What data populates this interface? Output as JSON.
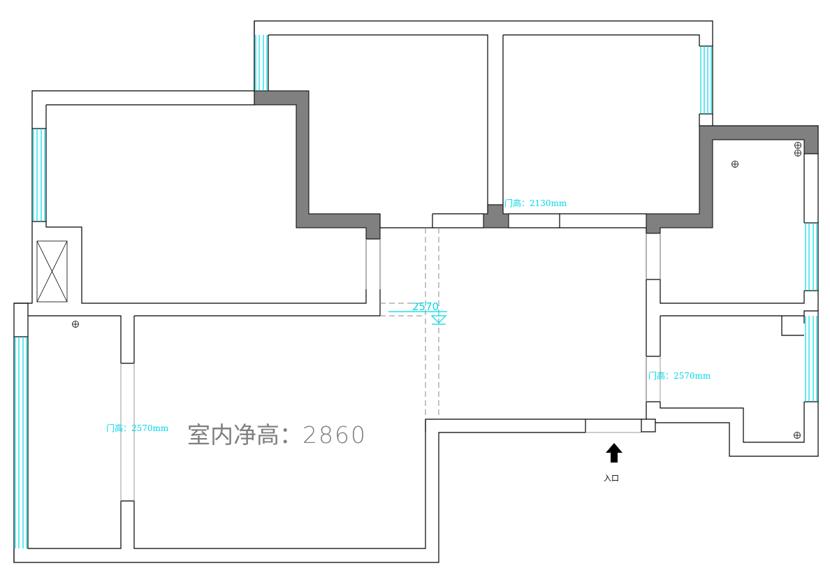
{
  "plan": {
    "ceiling_height_label": "室内净高：",
    "ceiling_height_value": "2860",
    "door_height_top": "门高：2130mm",
    "door_height_right": "门高：2570mm",
    "door_height_left": "门高：2570mm",
    "dimension_label": "2570",
    "entrance_label": "入口"
  },
  "colors": {
    "wall_line": "#000000",
    "pillar_fill": "#808080",
    "window": "#00d8e8",
    "annotation": "#00d8e8",
    "main_text": "#7f7f7f"
  },
  "icons": [
    "entrance-arrow-icon",
    "power-point-icon",
    "shaft-icon"
  ]
}
